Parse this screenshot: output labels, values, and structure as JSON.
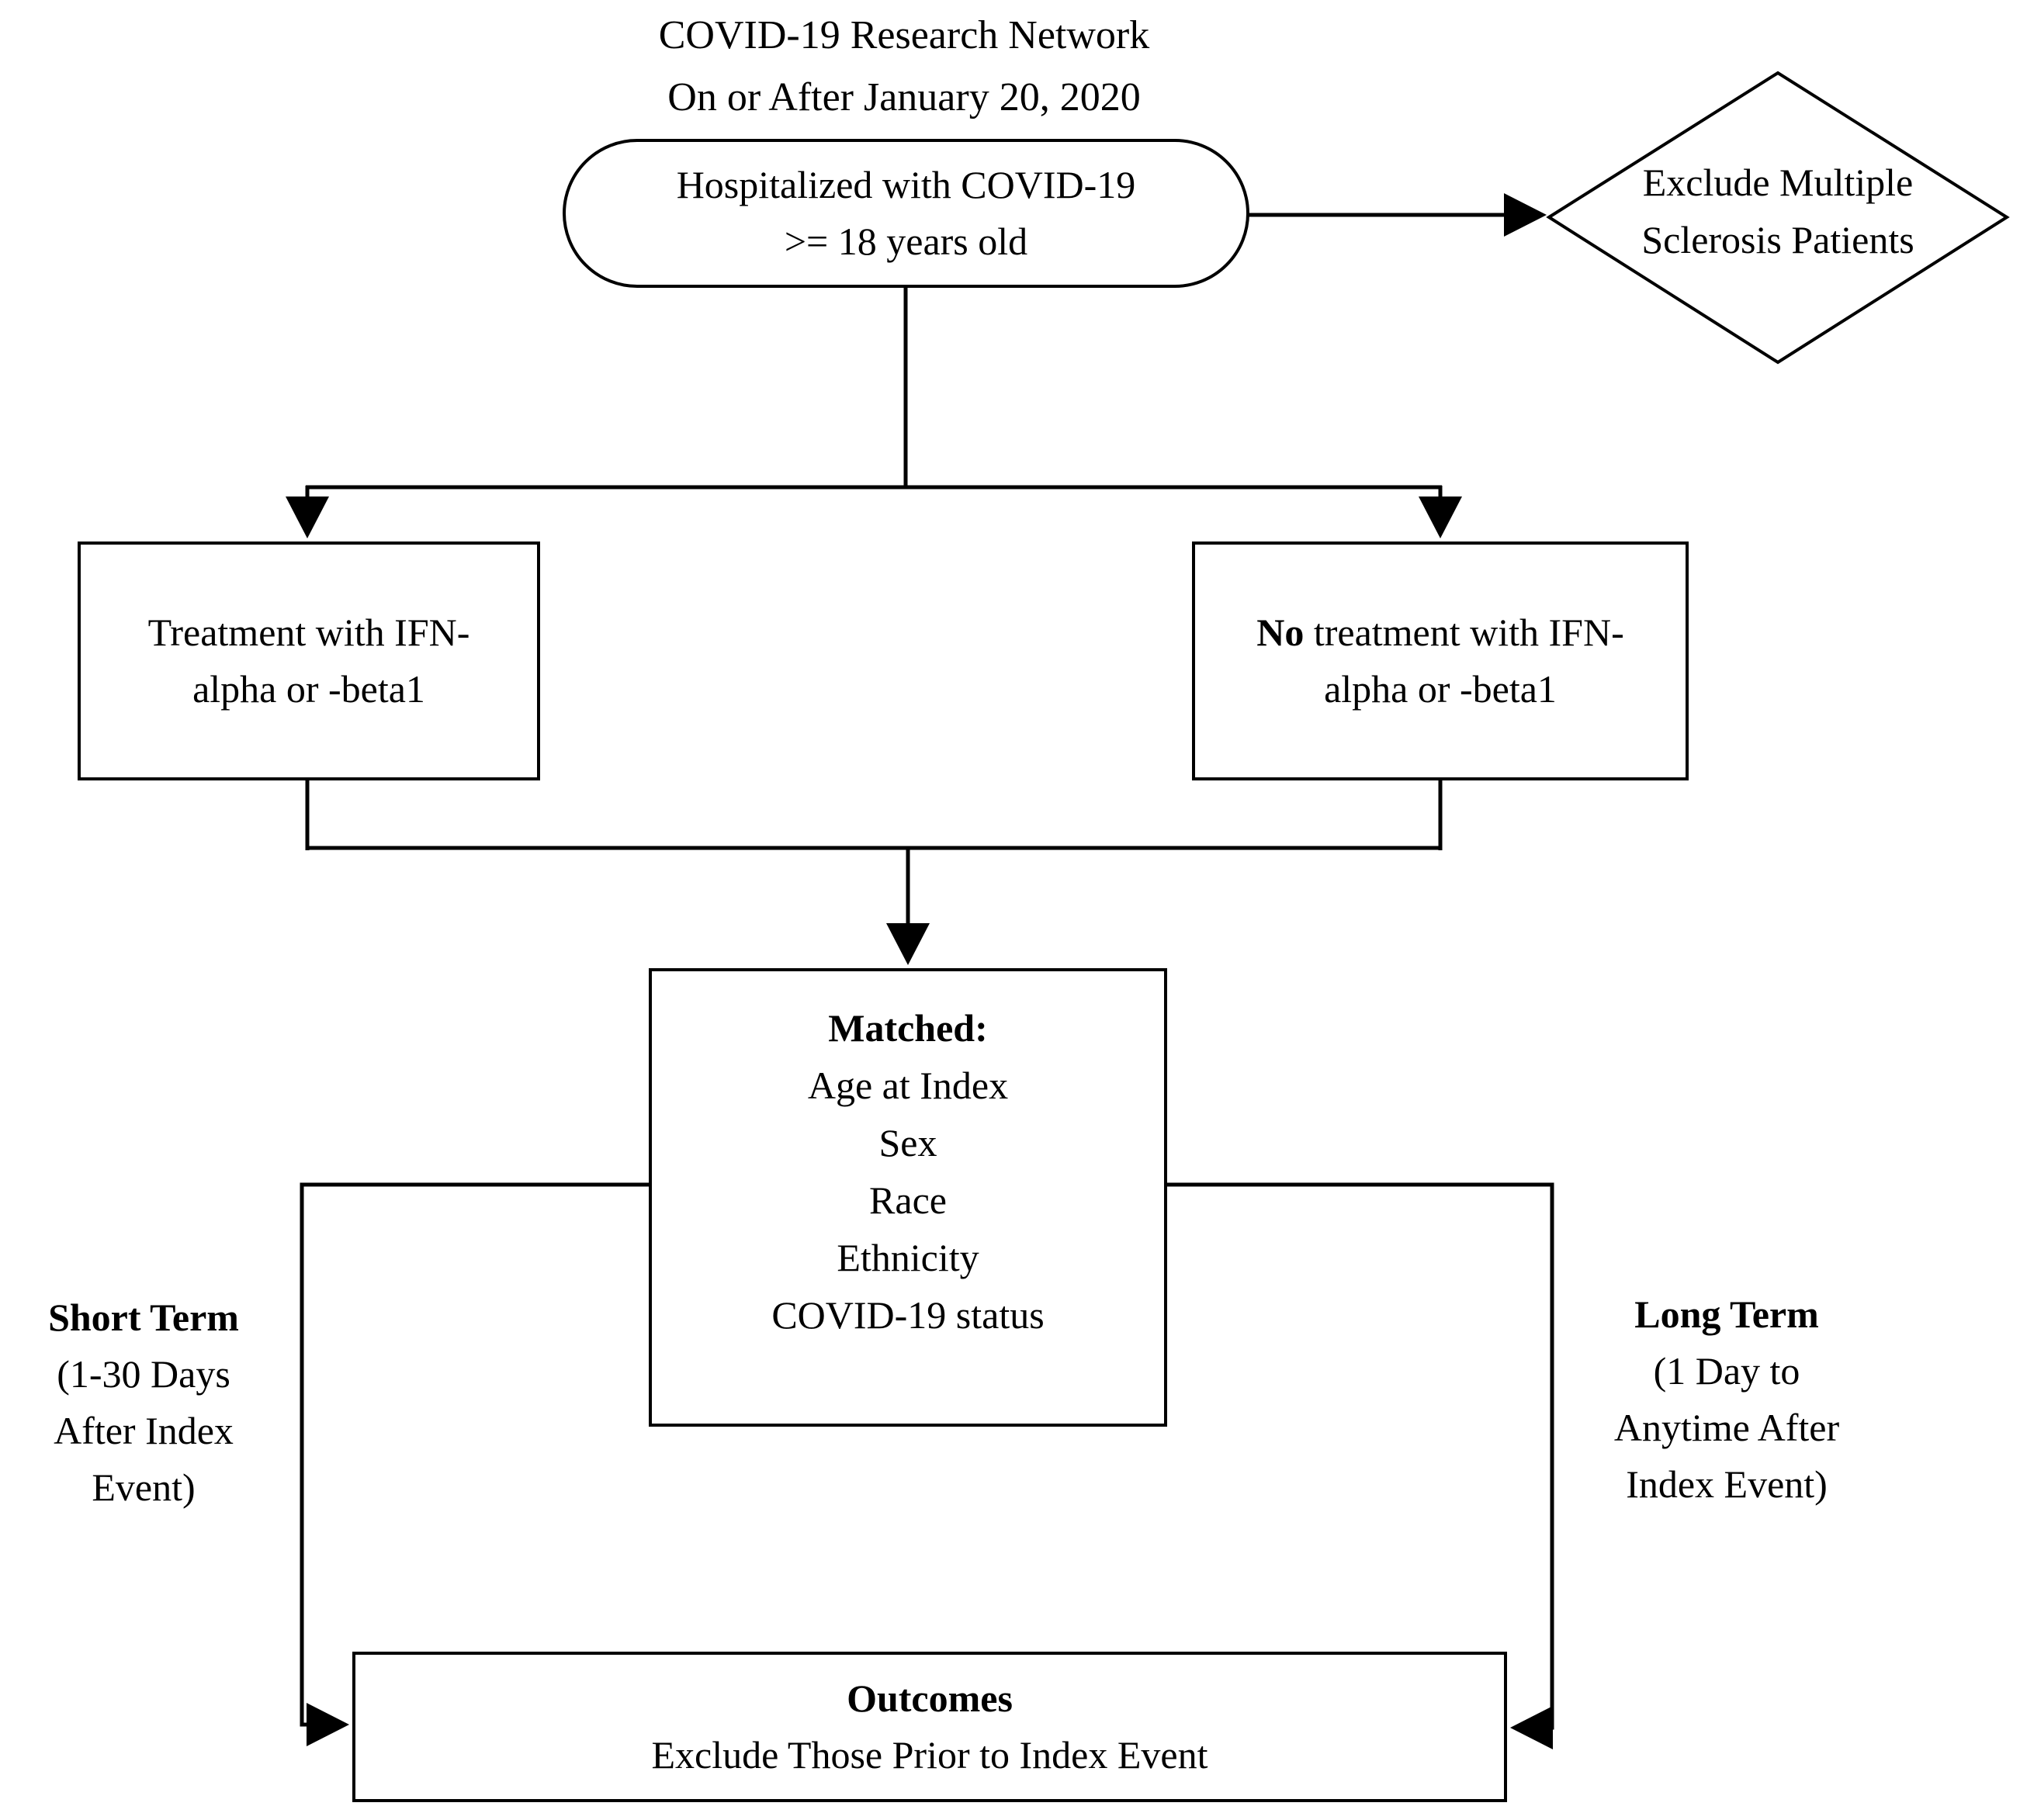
{
  "title": {
    "line1": "COVID-19 Research Network",
    "line2": "On or After January 20, 2020"
  },
  "cohort_node": {
    "line1": "Hospitalized with COVID-19",
    "line2": ">= 18 years old"
  },
  "exclusion_diamond": {
    "line1": "Exclude Multiple",
    "line2": "Sclerosis Patients"
  },
  "treatment_box": {
    "line1": "Treatment with IFN-",
    "line2": "alpha or -beta1"
  },
  "no_treatment_box": {
    "line1_bold": "No",
    "line1_rest": " treatment with IFN-",
    "line2": "alpha or -beta1"
  },
  "matched_box": {
    "heading": "Matched:",
    "items": [
      "Age at Index",
      "Sex",
      "Race",
      "Ethnicity",
      "COVID-19 status"
    ]
  },
  "short_term_label": {
    "heading": "Short Term",
    "line2": "(1-30 Days",
    "line3": "After Index",
    "line4": "Event)"
  },
  "long_term_label": {
    "heading": "Long Term",
    "line2": "(1 Day to",
    "line3": "Anytime After",
    "line4": "Index Event)"
  },
  "outcomes_box": {
    "heading": "Outcomes",
    "line2": "Exclude Those Prior to Index Event"
  },
  "colors": {
    "line": "#000000",
    "background": "#ffffff",
    "text": "#000000"
  }
}
